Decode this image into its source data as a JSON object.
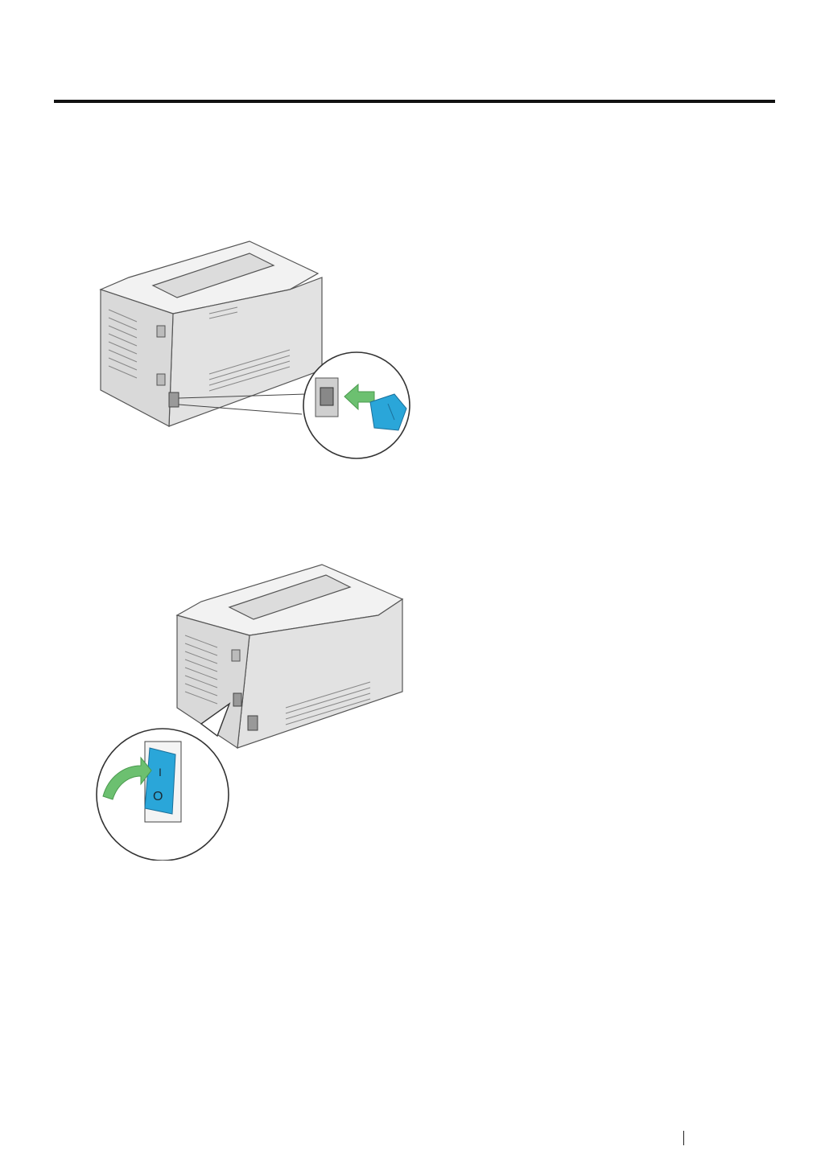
{
  "page": {
    "header_rule": true
  },
  "figures": [
    {
      "id": "connect-power-cable",
      "icon": "printer-rear-power-plug",
      "highlight_color": "#2aa6d9",
      "arrow_color": "#6cc070"
    },
    {
      "id": "turn-on-power-switch",
      "icon": "printer-rear-power-switch",
      "highlight_color": "#2aa6d9",
      "arrow_color": "#6cc070",
      "switch_on_label": "I",
      "switch_off_label": "O"
    }
  ],
  "colors": {
    "printer_body": "#e6e6e6",
    "printer_outline": "#555555",
    "accent_blue": "#2aa6d9",
    "accent_green": "#6cc070"
  }
}
